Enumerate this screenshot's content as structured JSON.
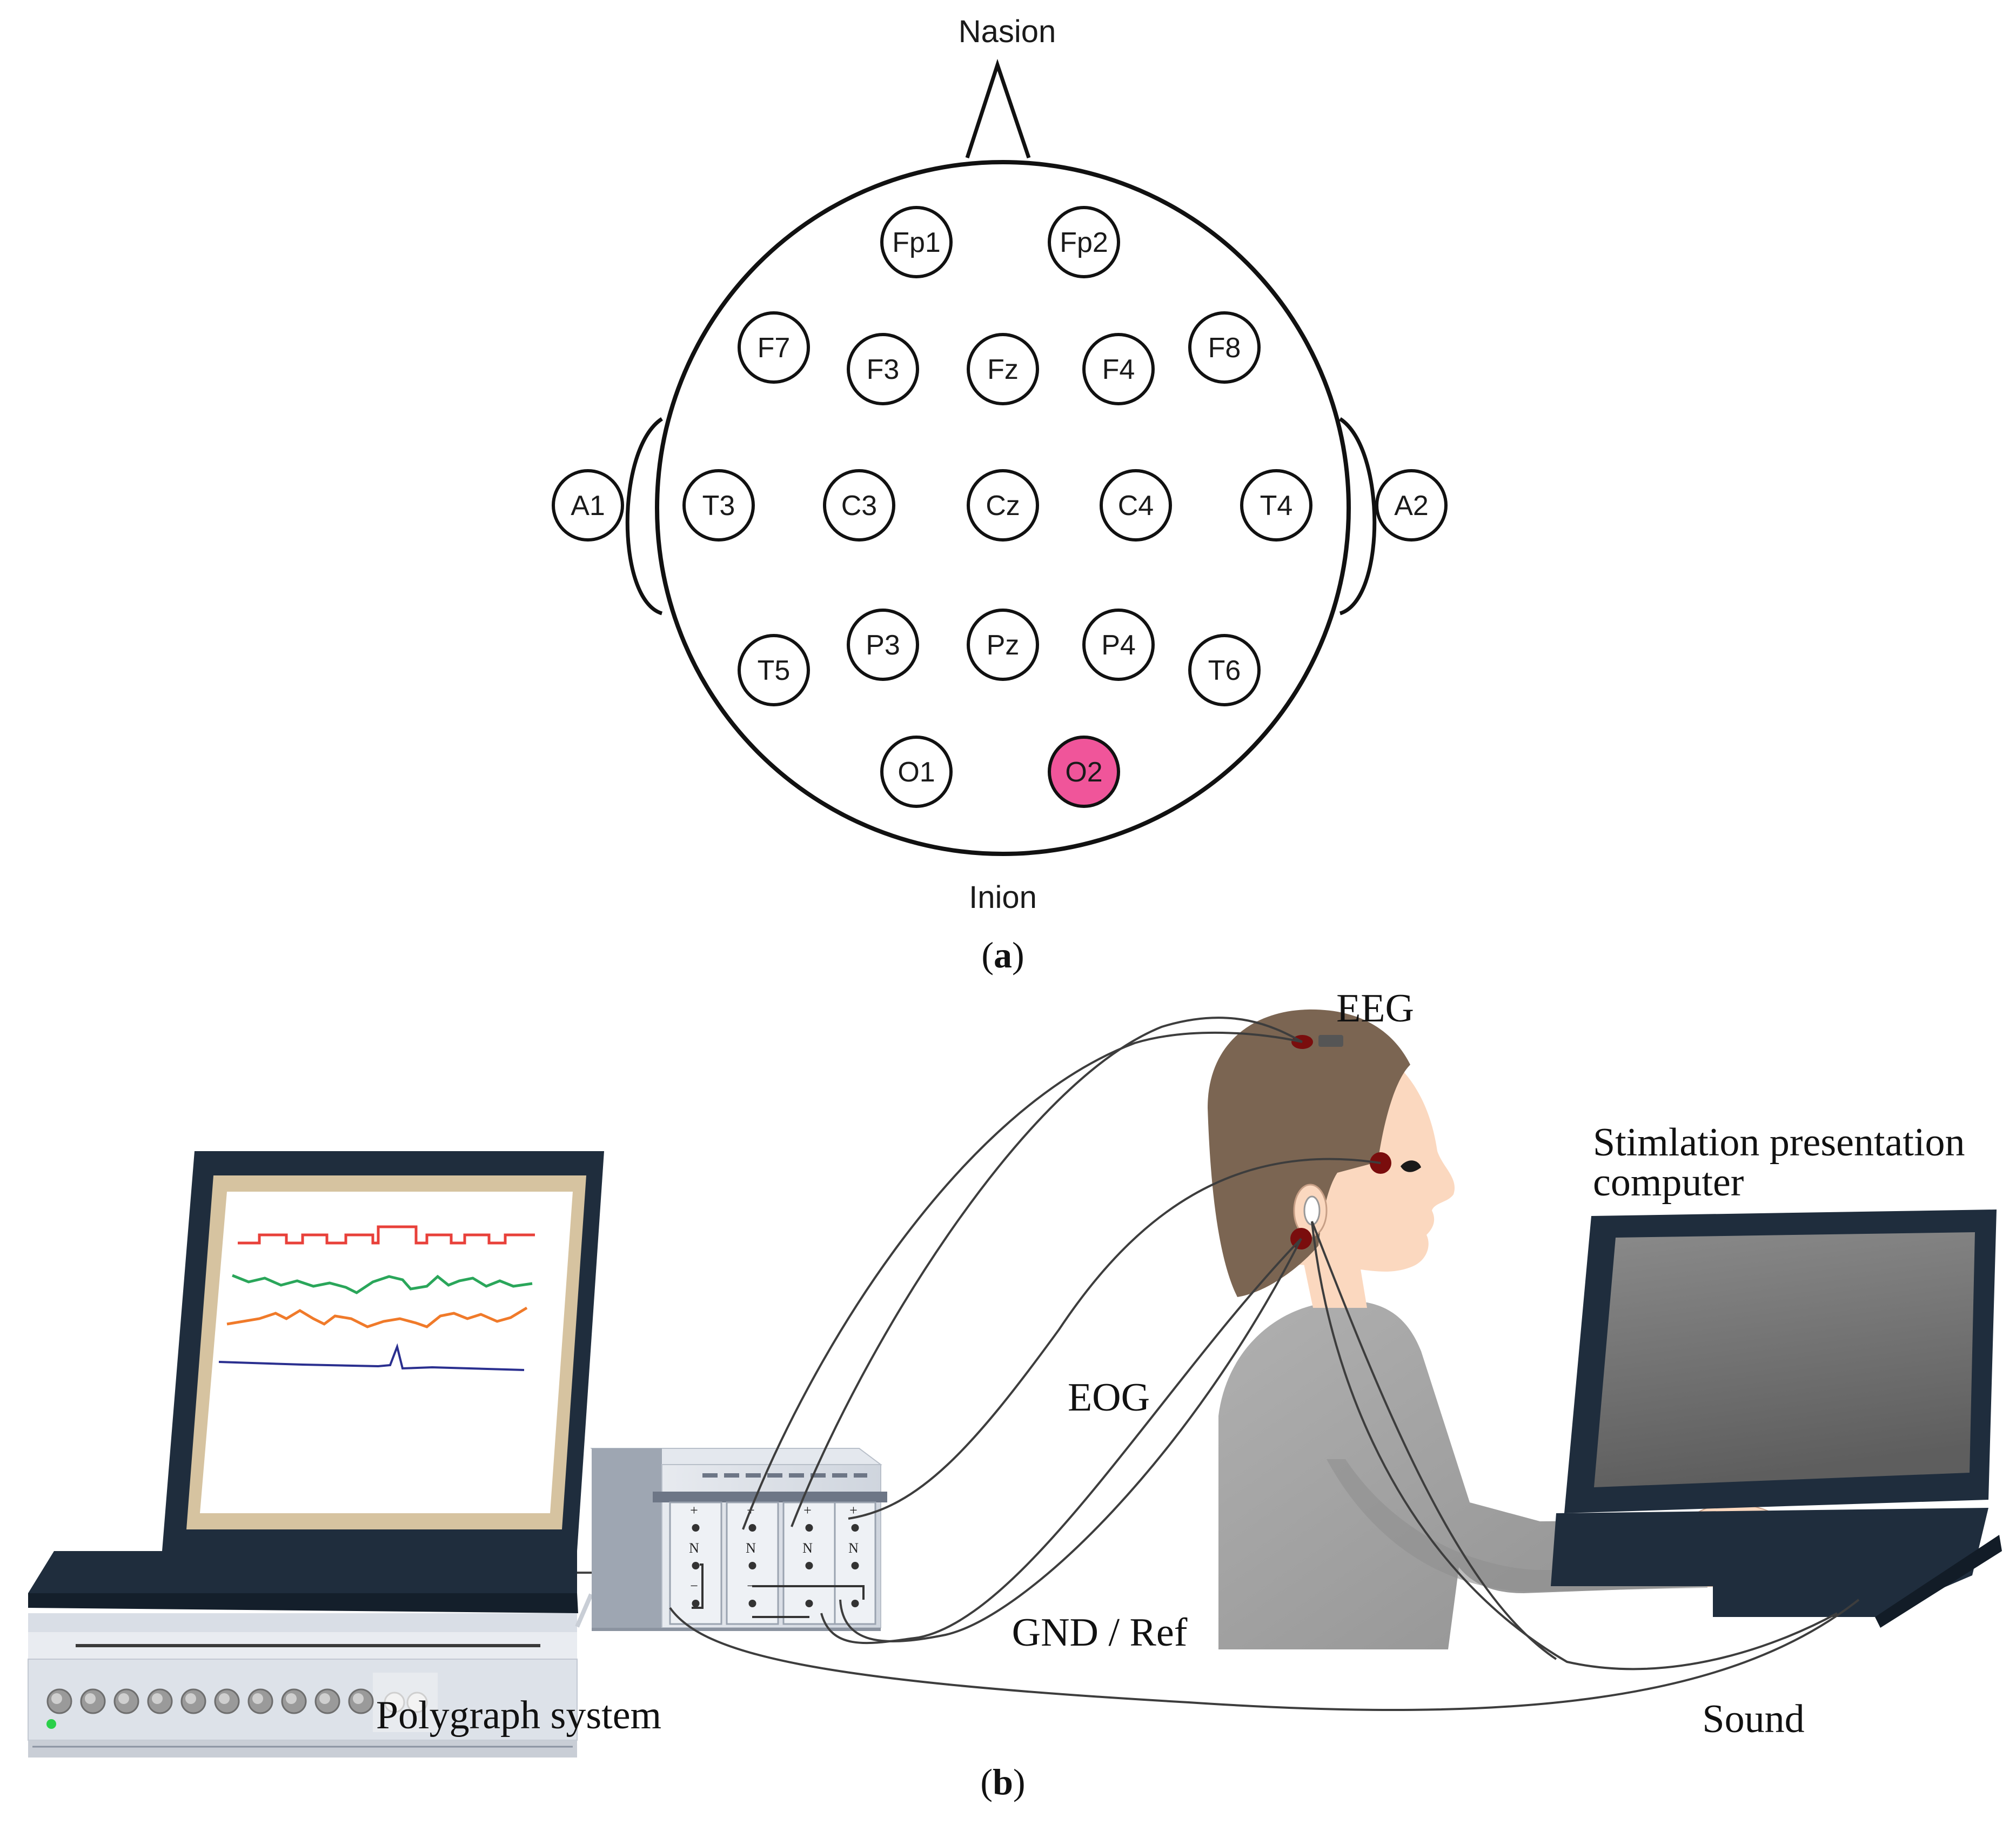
{
  "panel_a": {
    "top_label": "Nasion",
    "bottom_label": "Inion",
    "caption_letter": "a",
    "highlight_color": "#f0559a",
    "electrodes": [
      {
        "name": "Fp1",
        "highlighted": false
      },
      {
        "name": "Fp2",
        "highlighted": false
      },
      {
        "name": "F7",
        "highlighted": false
      },
      {
        "name": "F3",
        "highlighted": false
      },
      {
        "name": "Fz",
        "highlighted": false
      },
      {
        "name": "F4",
        "highlighted": false
      },
      {
        "name": "F8",
        "highlighted": false
      },
      {
        "name": "A1",
        "highlighted": false
      },
      {
        "name": "T3",
        "highlighted": false
      },
      {
        "name": "C3",
        "highlighted": false
      },
      {
        "name": "Cz",
        "highlighted": false
      },
      {
        "name": "C4",
        "highlighted": false
      },
      {
        "name": "T4",
        "highlighted": false
      },
      {
        "name": "A2",
        "highlighted": false
      },
      {
        "name": "T5",
        "highlighted": false
      },
      {
        "name": "P3",
        "highlighted": false
      },
      {
        "name": "Pz",
        "highlighted": false
      },
      {
        "name": "P4",
        "highlighted": false
      },
      {
        "name": "T6",
        "highlighted": false
      },
      {
        "name": "O1",
        "highlighted": false
      },
      {
        "name": "O2",
        "highlighted": true
      }
    ]
  },
  "panel_b": {
    "caption_letter": "b",
    "labels": {
      "eeg": "EEG",
      "eog": "EOG",
      "gnd_ref": "GND / Ref",
      "polygraph": "Polygraph system",
      "stim_line1": "Stimlation presentation",
      "stim_line2": "computer",
      "sound": "Sound"
    },
    "amp_terminals": {
      "plus": "+",
      "neutral": "N",
      "minus": "−"
    },
    "colors": {
      "laptop_frame": "#1f2d3d",
      "screen_border": "#d6c3a0",
      "trace_red": "#e8403a",
      "trace_green": "#2aa65a",
      "trace_orange": "#f07a2a",
      "trace_blue": "#2a2f8f",
      "hair": "#7b6552",
      "skin": "#fbd8bf",
      "shirt": "#a3a3a3",
      "electrode": "#7a0d0d",
      "stim_screen": "#707070"
    }
  }
}
